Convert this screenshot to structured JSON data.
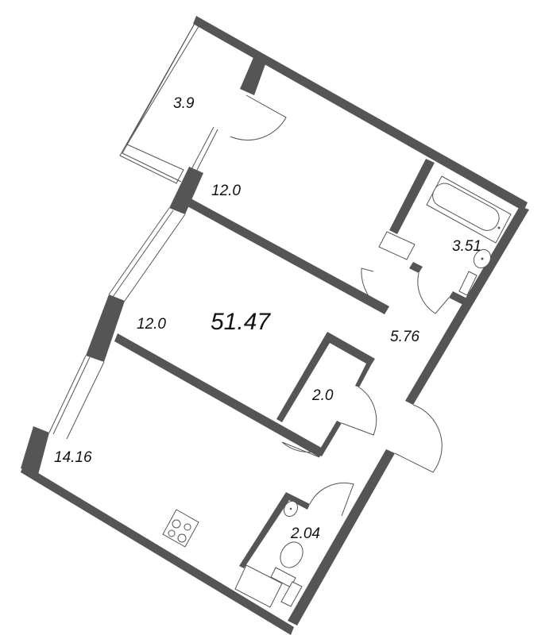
{
  "plan": {
    "total_area": "51.47",
    "rooms": [
      {
        "id": "balcony",
        "area": "3.9"
      },
      {
        "id": "bedroom-top",
        "area": "12.0"
      },
      {
        "id": "bathroom",
        "area": "3.51"
      },
      {
        "id": "bedroom-middle",
        "area": "12.0"
      },
      {
        "id": "hallway",
        "area": "5.76"
      },
      {
        "id": "closet",
        "area": "2.0"
      },
      {
        "id": "kitchen-living",
        "area": "14.16"
      },
      {
        "id": "toilet",
        "area": "2.04"
      }
    ]
  },
  "colors": {
    "wall": "#555555",
    "background": "#ffffff",
    "text": "#111111"
  }
}
